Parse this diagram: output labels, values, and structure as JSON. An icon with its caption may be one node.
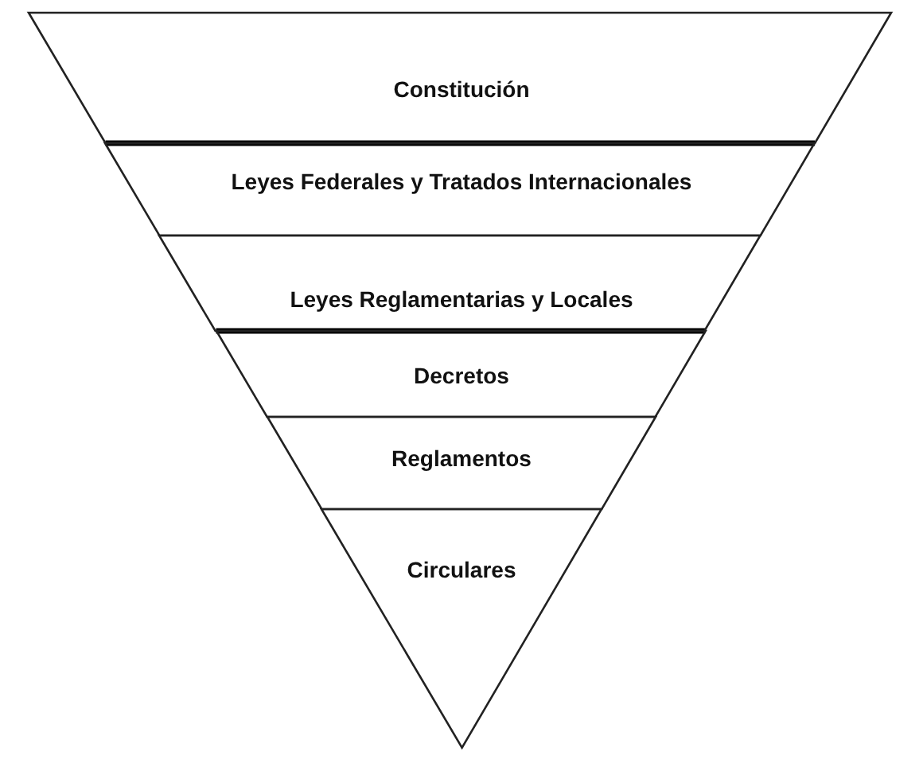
{
  "diagram": {
    "nodes": [
      {
        "text": [
          "Constitución"
        ]
      },
      {
        "text": [
          "Leyes Federales y Tratados Internacionales"
        ]
      },
      {
        "text": [
          "Leyes Reglamentarias y Locales"
        ]
      },
      {
        "text": [
          "Decretos"
        ]
      },
      {
        "text": [
          "Reglamentos"
        ]
      },
      {
        "text": [
          "Circulares"
        ]
      }
    ]
  }
}
